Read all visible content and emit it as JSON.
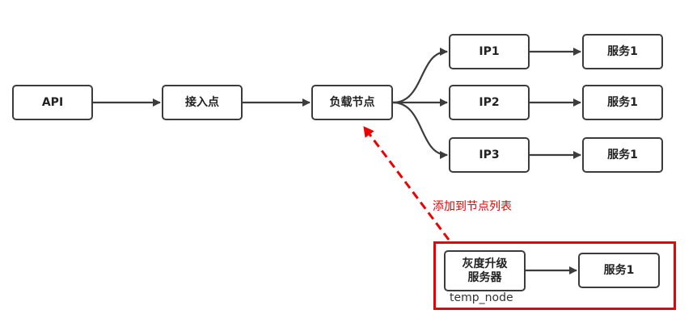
{
  "nodes": {
    "api": "API",
    "access_point": "接入点",
    "load_balancer": "负载节点",
    "ip1": "IP1",
    "ip2": "IP2",
    "ip3": "IP3",
    "service_1": "服务1",
    "service_2": "服务1",
    "service_3": "服务1",
    "gray_server_line1": "灰度升级",
    "gray_server_line2": "服务器",
    "gray_service": "服务1"
  },
  "labels": {
    "add_to_list": "添加到节点列表",
    "temp_node": "temp_node"
  },
  "colors": {
    "stroke": "#3c3c3c",
    "highlight": "#ee0000"
  }
}
